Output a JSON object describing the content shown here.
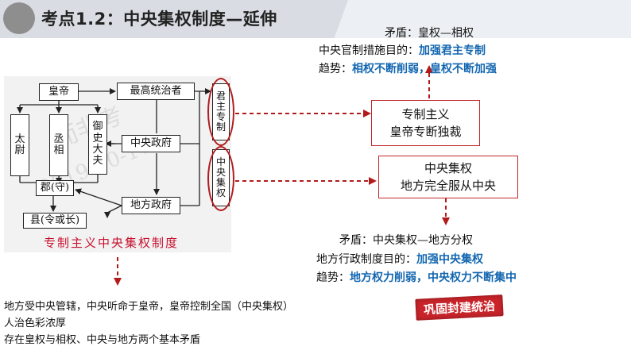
{
  "header": {
    "title": "考点1.2：中央集权制度—延伸"
  },
  "diagram": {
    "emperor": "皇帝",
    "supreme": "最高统治者",
    "taiwei": [
      "太",
      "尉"
    ],
    "chengxiang": [
      "丞",
      "相"
    ],
    "yushidafu": [
      "御",
      "史",
      "大",
      "夫"
    ],
    "central_gov": "中央政府",
    "jun": "郡(守)",
    "local_gov": "地方政府",
    "xian": "县(令或长)",
    "autocracy_label": [
      "君",
      "主",
      "专",
      "制"
    ],
    "centralization_label": [
      "中",
      "央",
      "集",
      "权"
    ],
    "caption": "专制主义中央集权制度",
    "watermark_1": "而非考",
    "watermark_2": "2019-10-17"
  },
  "top_right": {
    "line1": "矛盾：皇权—相权",
    "line2_prefix": "中央官制措施目的：",
    "line2_emph": "加强君主专制",
    "line3_prefix": "趋势：",
    "line3_emph": "相权不断削弱，皇权不断加强"
  },
  "box_autocracy": {
    "line1": "专制主义",
    "line2": "皇帝专断独裁"
  },
  "box_centralization": {
    "line1": "中央集权",
    "line2": "地方完全服从中央"
  },
  "bottom_right": {
    "line1": "矛盾：中央集权—地方分权",
    "line2_prefix": "地方行政制度目的：",
    "line2_emph": "加强中央集权",
    "line3_prefix": "趋势：",
    "line3_emph": "地方权力削弱，中央权力不断集中"
  },
  "bottom_left": {
    "line1": "地方受中央管辖，中央听命于皇帝，皇帝控制全国（中央集权）",
    "line2": "人治色彩浓厚",
    "line3": "存在皇权与相权、中央与地方两个基本矛盾"
  },
  "stamp": "巩固封建统治",
  "colors": {
    "red": "#c0282d",
    "blue": "#1266b0"
  }
}
